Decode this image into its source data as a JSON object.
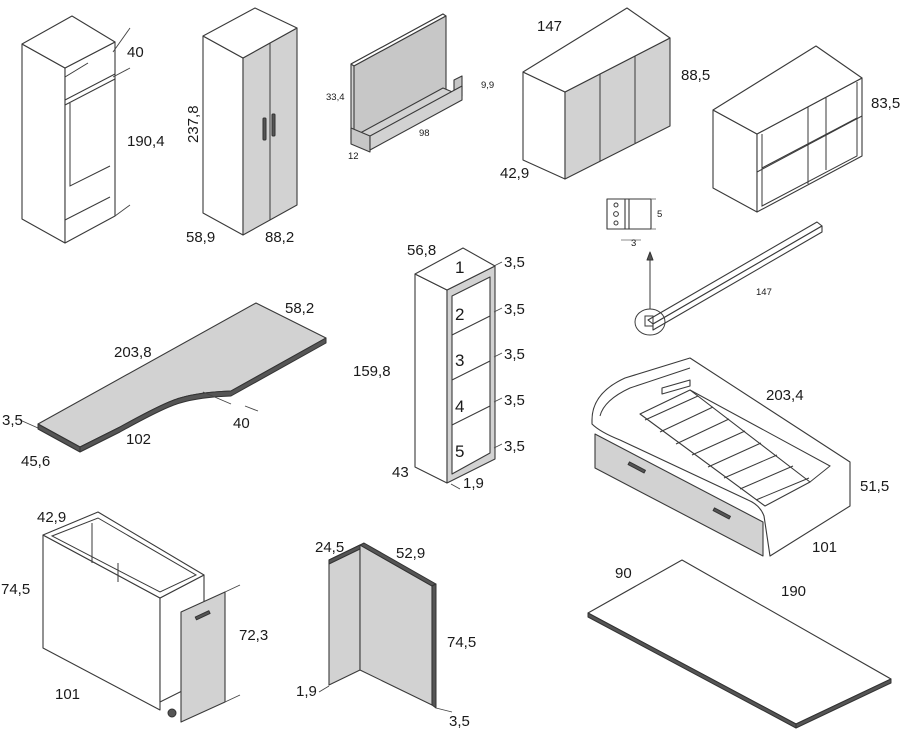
{
  "colors": {
    "panel_gray": "#d2d2d2",
    "line": "#3a3a3a",
    "background": "#ffffff"
  },
  "items": {
    "tall_open_frame": {
      "width": "40",
      "height": "190,4"
    },
    "wardrobe": {
      "height": "237,8",
      "depth": "58,9",
      "width": "88,2"
    },
    "wall_shelf": {
      "height": "33,4",
      "lip": "9,9",
      "width": "98",
      "depth": "12"
    },
    "sideboard": {
      "width": "147",
      "height": "88,5",
      "depth": "42,9"
    },
    "open_bookcase": {
      "height": "83,5"
    },
    "hanging_rail": {
      "length": "147",
      "detail_a": "5",
      "detail_b": "3"
    },
    "desk_top": {
      "side": "58,2",
      "length": "203,8",
      "return_width": "40",
      "thickness": "3,5",
      "front": "102",
      "depth": "45,6"
    },
    "shelving_column": {
      "width": "56,8",
      "height": "159,8",
      "depth": "43",
      "panel": "1,9",
      "shelf_numbers": [
        "1",
        "2",
        "3",
        "4",
        "5"
      ],
      "shelf_gaps": [
        "3,5",
        "3,5",
        "3,5",
        "3,5",
        "3,5"
      ]
    },
    "daybed": {
      "length": "203,4",
      "height": "51,5",
      "width": "101"
    },
    "desk_pedestal": {
      "depth": "42,9",
      "height": "74,5",
      "door_height": "72,3",
      "length": "101"
    },
    "desk_support": {
      "thickness": "24,5",
      "depth": "52,9",
      "height": "74,5",
      "panel": "1,9",
      "foot": "3,5"
    },
    "mattress_board": {
      "width": "90",
      "length": "190"
    }
  }
}
